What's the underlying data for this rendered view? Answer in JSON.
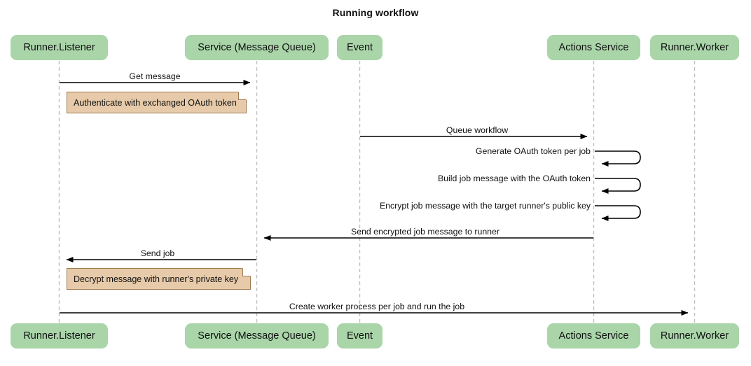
{
  "title": "Running workflow",
  "colors": {
    "participant_fill": "#a9d5a9",
    "note_fill": "#e7caa9",
    "note_border": "#9c7a50",
    "lifeline": "#bfbfbf",
    "arrow": "#000000",
    "text": "#111111",
    "background": "#ffffff"
  },
  "participants_top": [
    {
      "id": "runner-listener",
      "label": "Runner.Listener"
    },
    {
      "id": "service-message-queue",
      "label": "Service (Message Queue)"
    },
    {
      "id": "event",
      "label": "Event"
    },
    {
      "id": "actions-service",
      "label": "Actions Service"
    },
    {
      "id": "runner-worker",
      "label": "Runner.Worker"
    }
  ],
  "participants_bottom": [
    {
      "id": "runner-listener",
      "label": "Runner.Listener"
    },
    {
      "id": "service-message-queue",
      "label": "Service (Message Queue)"
    },
    {
      "id": "event",
      "label": "Event"
    },
    {
      "id": "actions-service",
      "label": "Actions Service"
    },
    {
      "id": "runner-worker",
      "label": "Runner.Worker"
    }
  ],
  "messages": [
    {
      "id": "get-message",
      "label": "Get message",
      "from": "runner-listener",
      "to": "service-message-queue",
      "direction": "right",
      "kind": "arrow"
    },
    {
      "id": "queue-workflow",
      "label": "Queue workflow",
      "from": "event",
      "to": "actions-service",
      "direction": "right",
      "kind": "arrow"
    },
    {
      "id": "generate-oauth-token-per-job",
      "label": "Generate OAuth token per job",
      "from": "actions-service",
      "to": "actions-service",
      "direction": "self",
      "kind": "self-loop"
    },
    {
      "id": "build-job-message-with-the-oauth-token",
      "label": "Build job message with the OAuth token",
      "from": "actions-service",
      "to": "actions-service",
      "direction": "self",
      "kind": "self-loop"
    },
    {
      "id": "encrypt-job-message-with-the-target-runners-public-key",
      "label": "Encrypt job message with the target runner's public key",
      "from": "actions-service",
      "to": "actions-service",
      "direction": "self",
      "kind": "self-loop"
    },
    {
      "id": "send-encrypted-job-message-to-runner",
      "label": "Send encrypted job message to runner",
      "from": "actions-service",
      "to": "service-message-queue",
      "direction": "left",
      "kind": "arrow"
    },
    {
      "id": "send-job",
      "label": "Send job",
      "from": "service-message-queue",
      "to": "runner-listener",
      "direction": "left",
      "kind": "arrow"
    },
    {
      "id": "create-worker-process-per-job-and-run-the-job",
      "label": "Create worker process per job and run the job",
      "from": "runner-listener",
      "to": "runner-worker",
      "direction": "right",
      "kind": "arrow"
    }
  ],
  "notes": [
    {
      "id": "note-authenticate",
      "label": "Authenticate with exchanged OAuth token"
    },
    {
      "id": "note-decrypt",
      "label": "Decrypt message with runner's private key"
    }
  ]
}
